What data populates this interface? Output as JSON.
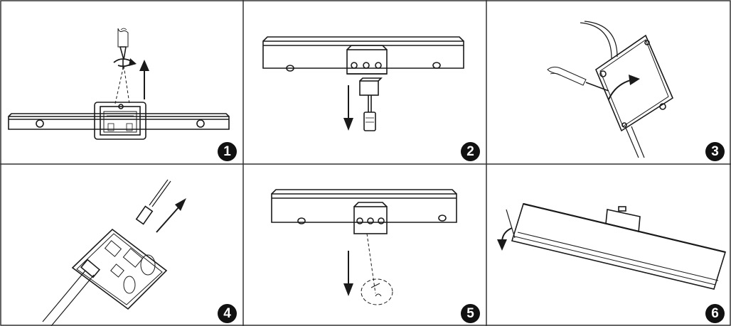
{
  "steps": [
    {
      "number": "1",
      "action": "remove-screw"
    },
    {
      "number": "2",
      "action": "unplug-cable"
    },
    {
      "number": "3",
      "action": "open-cover"
    },
    {
      "number": "4",
      "action": "disconnect-connector"
    },
    {
      "number": "5",
      "action": "detach-mount"
    },
    {
      "number": "6",
      "action": "tilt-bar"
    }
  ],
  "colors": {
    "line": "#1a1a1a",
    "frame": "#333333",
    "badge": "#111111",
    "background": "#ffffff"
  }
}
